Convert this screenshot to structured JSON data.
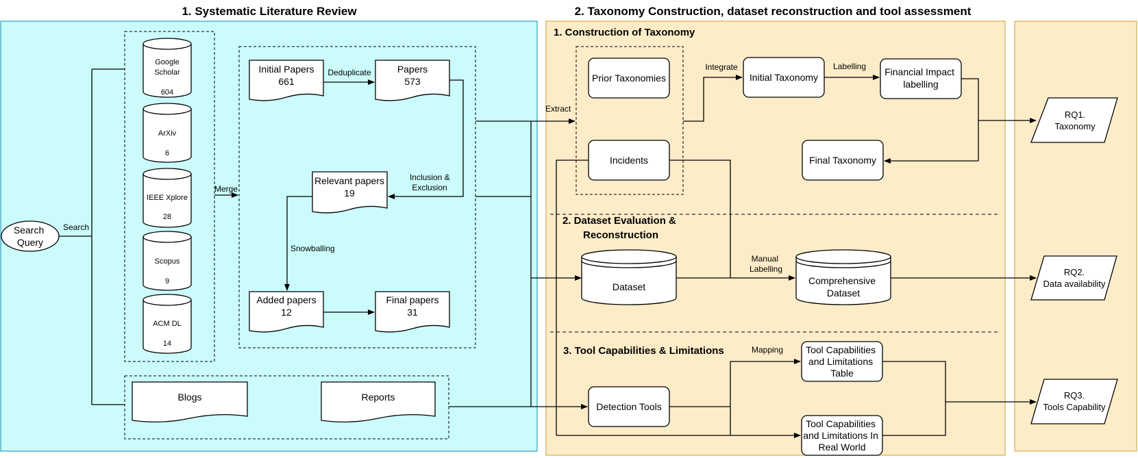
{
  "titles": {
    "left": "1. Systematic Literature Review",
    "right": "2. Taxonomy Construction, dataset reconstruction and tool assessment"
  },
  "colors": {
    "left_panel": "#cbfbfb",
    "left_border": "#3aa7c4",
    "right_panel": "#fdecc8",
    "right_border": "#d8b35a"
  },
  "search": {
    "query": [
      "Search",
      "Query"
    ],
    "edge": "Search"
  },
  "databases": [
    {
      "name": [
        "Google",
        "Scholar"
      ],
      "count": "604"
    },
    {
      "name": [
        "ArXiv"
      ],
      "count": "6"
    },
    {
      "name": [
        "IEEE Xplore"
      ],
      "count": "28"
    },
    {
      "name": [
        "Scopus"
      ],
      "count": "9"
    },
    {
      "name": [
        "ACM DL"
      ],
      "count": "14"
    }
  ],
  "edges": {
    "merge": "Merge",
    "deduplicate": "Deduplicate",
    "inclusion": [
      "Inclusion &",
      "Exclusion"
    ],
    "snowballing": "Snowballing",
    "extract": "Extract",
    "integrate": "Integrate",
    "labelling": "Labelling",
    "manual": [
      "Manual",
      "Labelling"
    ],
    "mapping": "Mapping"
  },
  "papers": {
    "initial": [
      "Initial Papers",
      "661"
    ],
    "dedup": [
      "Papers",
      "573"
    ],
    "relevant": [
      "Relevant papers",
      "19"
    ],
    "added": [
      "Added papers",
      "12"
    ],
    "final": [
      "Final papers",
      "31"
    ]
  },
  "grey_lit": {
    "blogs": "Blogs",
    "reports": "Reports"
  },
  "sections": {
    "taxonomy": "1. Construction of Taxonomy",
    "dataset": [
      "2. Dataset Evaluation &",
      "Reconstruction"
    ],
    "tools": "3. Tool Capabilities & Limitations"
  },
  "nodes": {
    "prior": "Prior Taxonomies",
    "incidents": "Incidents",
    "initial_tax": "Initial Taxonomy",
    "fin_impact": [
      "Financial Impact",
      "labelling"
    ],
    "final_tax": "Final Taxonomy",
    "dataset": "Dataset",
    "comprehensive": [
      "Comprehensive",
      "Dataset"
    ],
    "detection": "Detection Tools",
    "tool_table": [
      "Tool Capabilities",
      "and Limitations",
      "Table"
    ],
    "tool_real": [
      "Tool Capabilities",
      "and Limitations In",
      "Real World"
    ]
  },
  "outputs": {
    "rq1": [
      "RQ1.",
      "Taxonomy"
    ],
    "rq2": [
      "RQ2.",
      "Data availability"
    ],
    "rq3": [
      "RQ3.",
      "Tools Capability"
    ]
  }
}
